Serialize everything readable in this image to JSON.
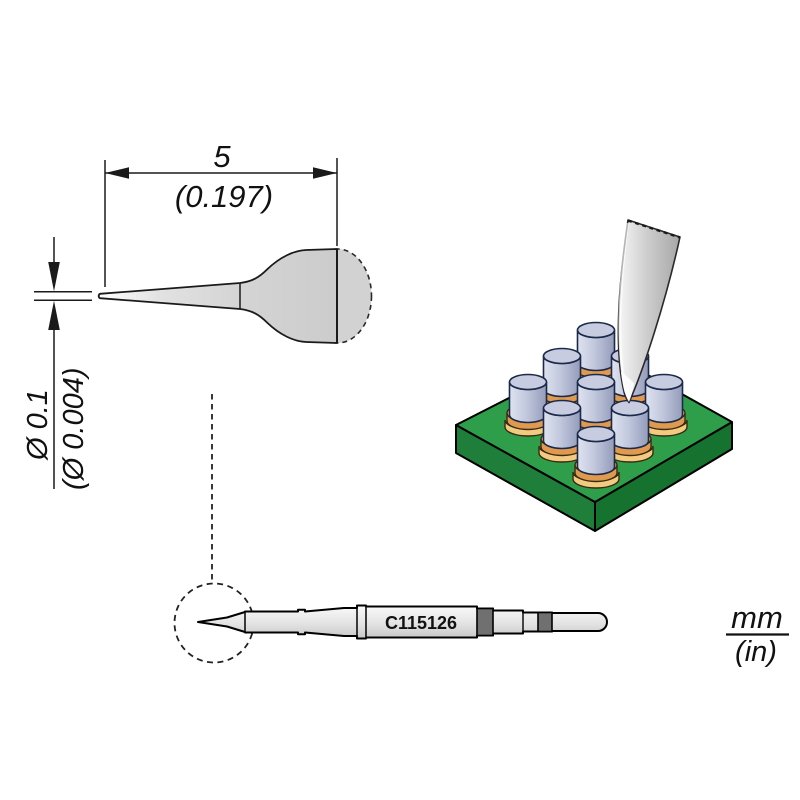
{
  "detail_view": {
    "length_dim": {
      "primary": "5",
      "secondary": "(0.197)"
    },
    "diameter_dim": {
      "primary": "Ø 0.1",
      "secondary": "(Ø 0.004)"
    }
  },
  "cartridge_view": {
    "part_number": "C115126"
  },
  "units_legend": {
    "primary": "mm",
    "secondary": "(in)"
  },
  "colors": {
    "pcb_top": "#2E9E4B",
    "pcb_side_left": "#1E7E3A",
    "pcb_side_right": "#15722F",
    "pad_upper": "#E09A50",
    "pad_upper_top": "#EAA95C",
    "pad_lower": "#F2CB80",
    "cylinder_top": "#C7CCE0",
    "band_dark": "#707070",
    "line_color": "#111111"
  }
}
